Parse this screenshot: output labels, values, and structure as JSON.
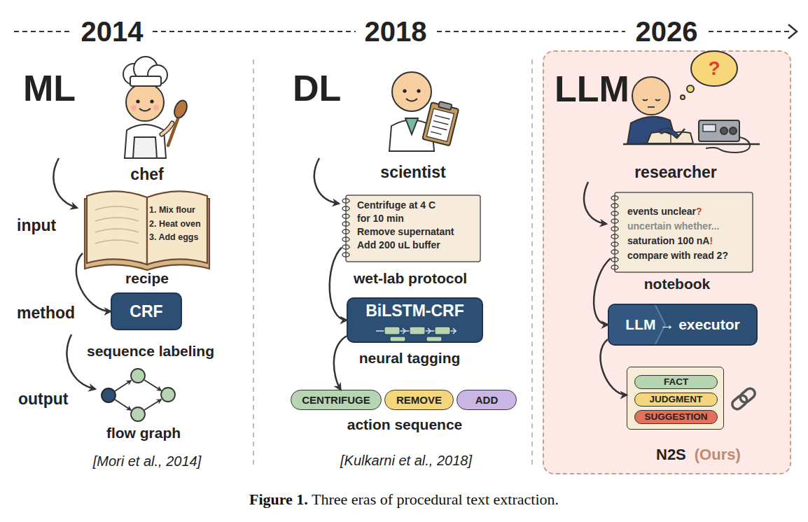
{
  "diagram": {
    "caption": "Figure 1. Three eras of procedural text extraction.",
    "nodes": [
      {
        "text": [
          "1. Mix flour",
          "2. Heat oven",
          "3. Add eggs"
        ]
      },
      {
        "text": [
          "CRF"
        ]
      },
      {
        "text": [
          "Centrifuge at 4 C for 10 min",
          "Remove supernatant",
          "Add 200 uL buffer"
        ]
      },
      {
        "text": [
          "BiLSTM-CRF"
        ]
      },
      {
        "text": [
          "CENTRIFUGE"
        ]
      },
      {
        "text": [
          "REMOVE"
        ]
      },
      {
        "text": [
          "ADD"
        ]
      },
      {
        "text": [
          "LLM"
        ]
      },
      {
        "text": [
          "events unclear?",
          "uncertain whether...",
          "saturation 100 nA!",
          "compare with read 2?"
        ],
        "in": 7
      },
      {
        "text": [
          "LLM → executor"
        ],
        "in": 7
      },
      {
        "text": [
          "N2S",
          "(Ours)"
        ],
        "in": 7
      },
      {
        "text": [
          "FACT"
        ],
        "in": 10
      },
      {
        "text": [
          "JUDGMENT"
        ],
        "in": 10
      },
      {
        "text": [
          "SUGGESTION"
        ],
        "in": 10
      }
    ],
    "edges": [
      {
        "from": 0,
        "to": 1,
        "arrow": "to"
      },
      {
        "from": 2,
        "to": 3,
        "arrow": "to"
      },
      {
        "from": 3,
        "to": 4,
        "arrow": "to"
      },
      {
        "from": 8,
        "to": 9,
        "arrow": "to"
      },
      {
        "from": 9,
        "to": 10,
        "arrow": "to"
      }
    ],
    "labels": [
      "2014",
      "2018",
      "2026",
      "ML",
      "chef",
      "input",
      "recipe",
      "method",
      "sequence labeling",
      "output",
      "flow graph",
      "[Mori et al., 2014]",
      "DL",
      "scientist",
      "wet-lab protocol",
      "neural tagging",
      "action sequence",
      "[Kulkarni et al., 2018]",
      "researcher",
      "?",
      "notebook"
    ]
  }
}
